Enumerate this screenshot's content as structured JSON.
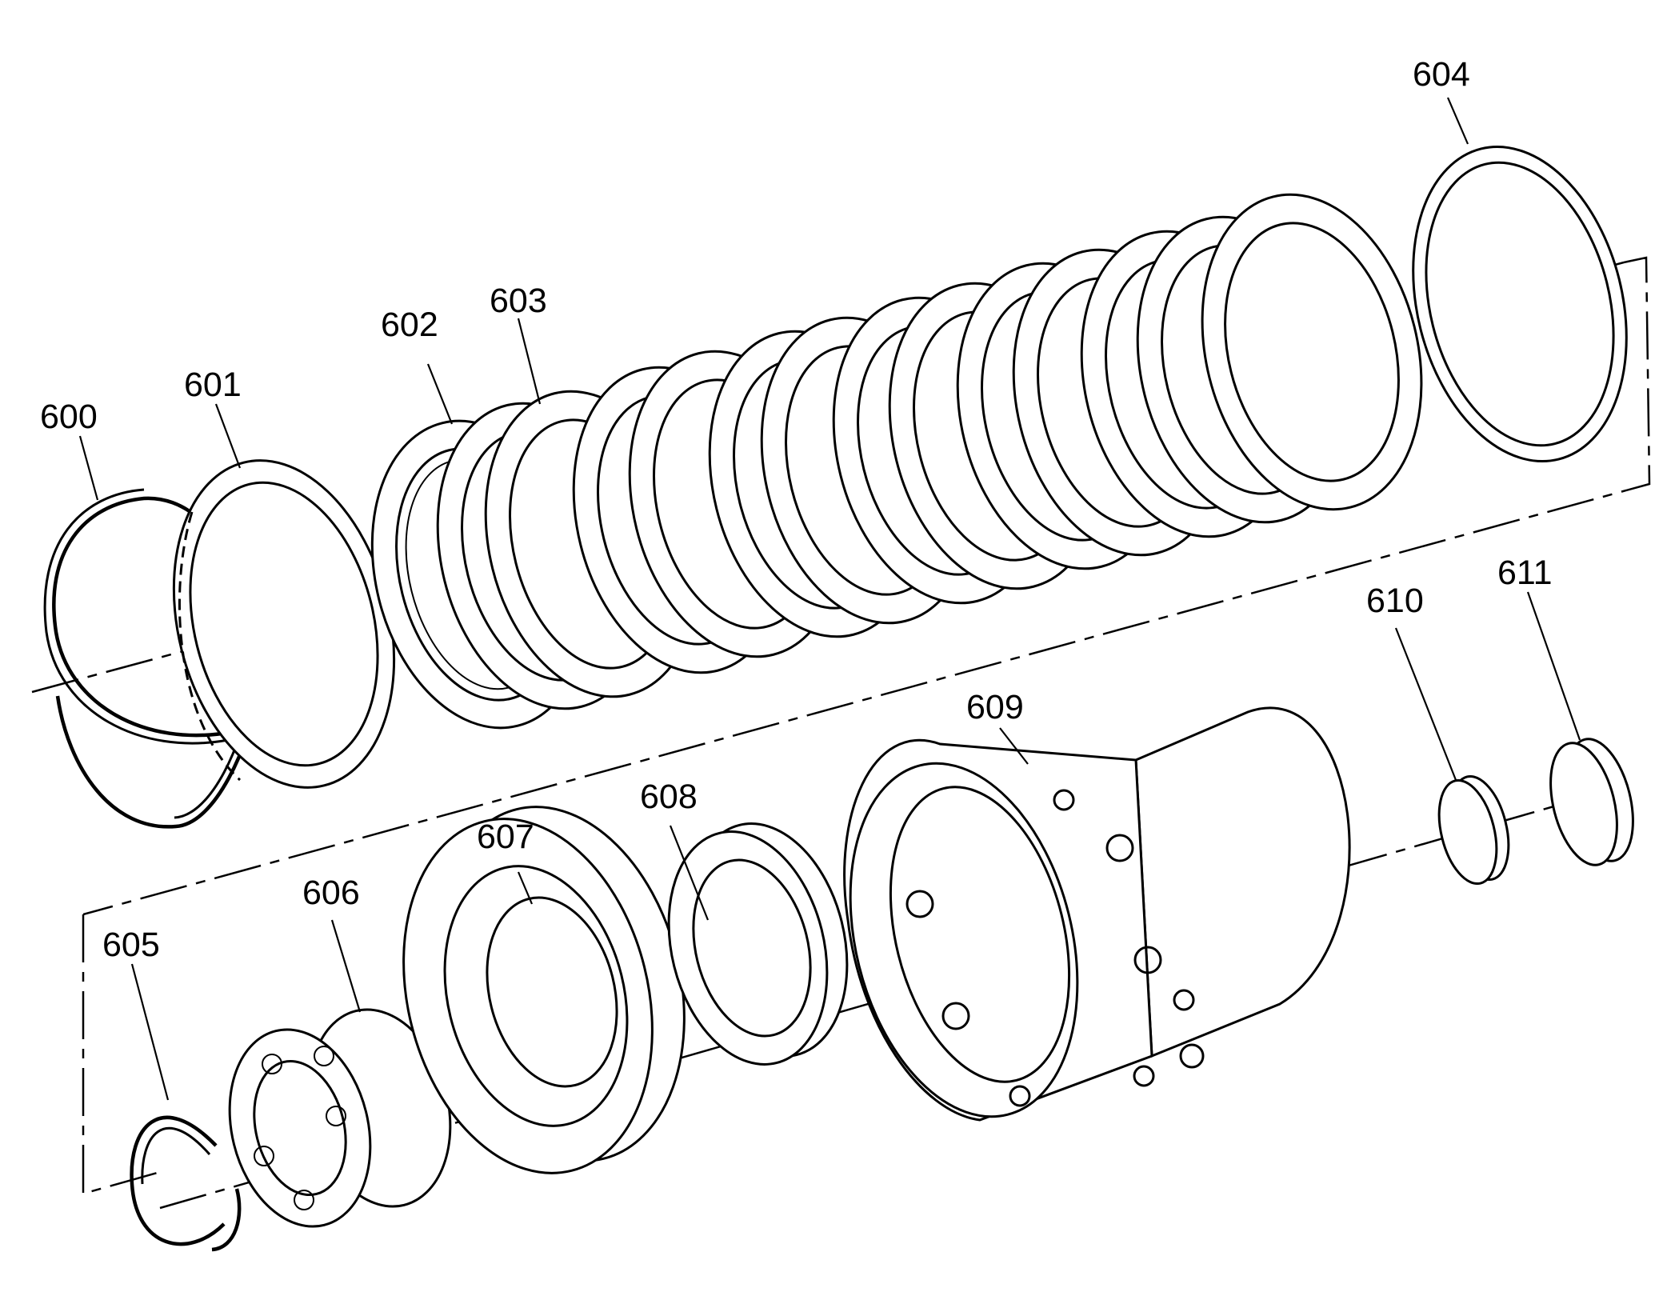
{
  "callouts": {
    "c600": "600",
    "c601": "601",
    "c602": "602",
    "c603": "603",
    "c604": "604",
    "c605": "605",
    "c606": "606",
    "c607": "607",
    "c608": "608",
    "c609": "609",
    "c610": "610",
    "c611": "611"
  }
}
